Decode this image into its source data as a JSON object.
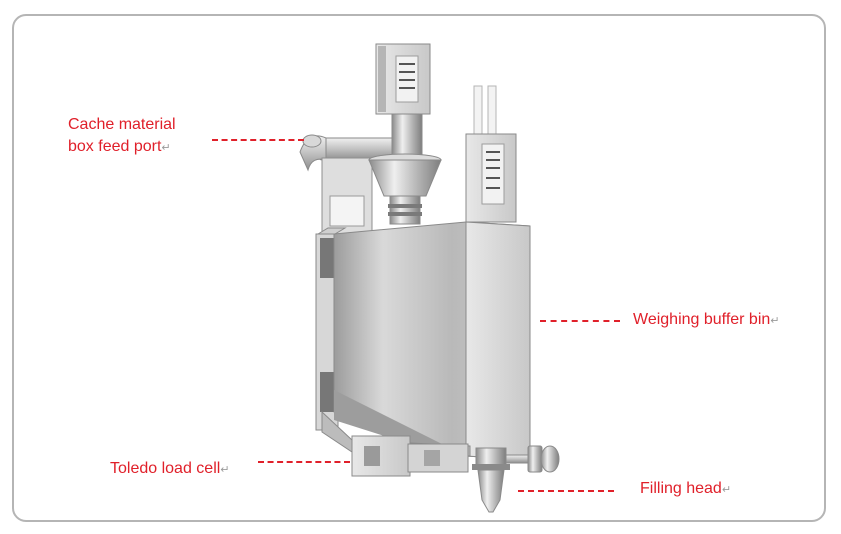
{
  "labels": {
    "cache_line1": "Cache material",
    "cache_line2": "box feed port",
    "weighing": "Weighing buffer bin",
    "load_cell": "Toledo load cell",
    "filling": "Filling head",
    "return_mark": "↵"
  },
  "colors": {
    "label": "#e0202a",
    "frame": "#b5b5b5",
    "steel_light": "#e6e6e6",
    "steel_mid": "#bdbdbd",
    "steel_dark": "#8c8c8c"
  }
}
